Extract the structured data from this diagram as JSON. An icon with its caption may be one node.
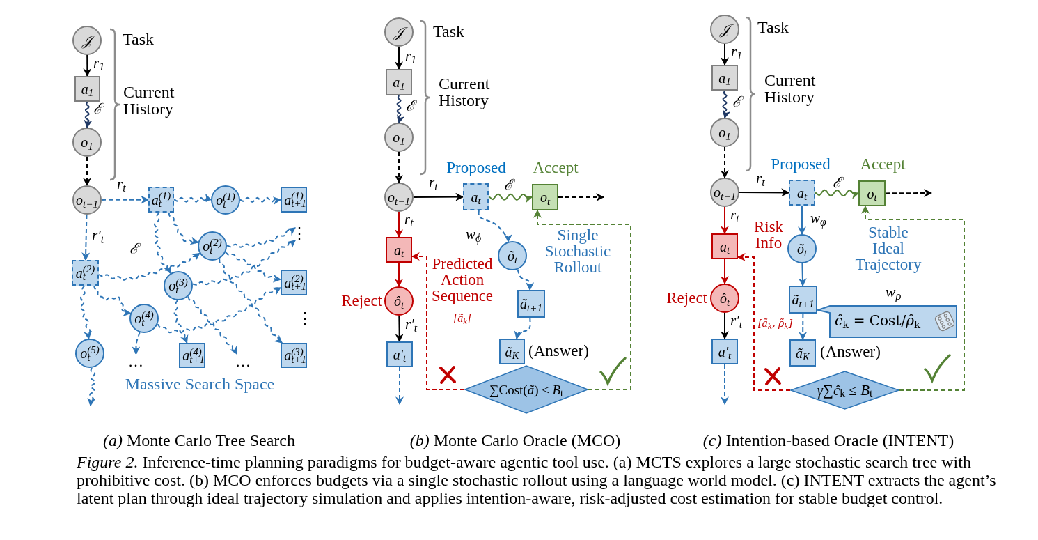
{
  "diagram": {
    "caption": "*Figure 2.* Inference-time planning paradigms for budget-aware agentic tool use. (a) MCTS explores a large stochastic search tree with prohibitive cost. (b) MCO enforces budgets via a single stochastic rollout using a language world model. (c) INTENT extracts the agent’s latent plan through ideal trajectory simulation and applies intention-aware, risk-adjusted cost estimation for stable budget control.",
    "nodes": [
      {
        "text": [
          "𝒥"
        ]
      },
      {
        "text": [
          "a$_{1}$"
        ]
      },
      {
        "text": [
          "o$_{1}$"
        ]
      },
      {
        "text": [
          "o$_{t−1}$"
        ]
      },
      {
        "text": [
          "a$_{t}$$^{(1)}$"
        ]
      },
      {
        "text": [
          "o$_{t}$$^{(1)}$"
        ]
      },
      {
        "text": [
          "a$_{t+1}$$^{(1)}$"
        ]
      },
      {
        "text": [
          "o$_{t}$$^{(2)}$"
        ]
      },
      {
        "text": [
          "a$_{t}$$^{(2)}$"
        ]
      },
      {
        "text": [
          "o$_{t}$$^{(3)}$"
        ]
      },
      {
        "text": [
          "a$_{t+1}$$^{(2)}$"
        ]
      },
      {
        "text": [
          "o$_{t}$$^{(4)}$"
        ]
      },
      {
        "text": [
          "o$_{t}$$^{(5)}$"
        ]
      },
      {
        "text": [
          "a$_{t+1}$$^{(4)}$"
        ]
      },
      {
        "text": [
          "a$_{t+1}$$^{(3)}$"
        ]
      },
      {
        "text": [
          "⋮"
        ]
      },
      {
        "text": [
          "…"
        ]
      },
      {
        "text": [
          "…"
        ]
      },
      {
        "text": [
          "𝒥"
        ]
      },
      {
        "text": [
          "a$_{1}$"
        ]
      },
      {
        "text": [
          "o$_{1}$"
        ]
      },
      {
        "text": [
          "o$_{t−1}$"
        ]
      },
      {
        "text": [
          "a$_{t}$"
        ],
        "beside": [
          "Proposed"
        ]
      },
      {
        "text": [
          "o$_{t}$"
        ],
        "beside": [
          "Accept"
        ]
      },
      {
        "text": [
          "a$_{t}$"
        ]
      },
      {
        "text": [
          "ô$_{t}$"
        ],
        "beside": [
          "Reject"
        ]
      },
      {
        "text": [
          "a′$_{t}$"
        ]
      },
      {
        "text": [
          "õ$_{t}$"
        ]
      },
      {
        "text": [
          "ã$_{t+1}$"
        ]
      },
      {
        "text": [
          "ã$_{K}$"
        ],
        "beside": [
          "(Answer)"
        ]
      },
      {
        "text": [
          "∑Cost(*ã*) ≤ *B*$_{t}$"
        ]
      },
      {
        "text": [
          "𝒥"
        ]
      },
      {
        "text": [
          "a$_{1}$"
        ]
      },
      {
        "text": [
          "o$_{1}$"
        ]
      },
      {
        "text": [
          "o$_{t−1}$"
        ]
      },
      {
        "text": [
          "a$_{t}$"
        ],
        "beside": [
          "Proposed"
        ]
      },
      {
        "text": [
          "o$_{t}$"
        ],
        "beside": [
          "Accept"
        ]
      },
      {
        "text": [
          "a$_{t}$"
        ]
      },
      {
        "text": [
          "ô$_{t}$"
        ],
        "beside": [
          "Reject"
        ]
      },
      {
        "text": [
          "a′$_{t}$"
        ]
      },
      {
        "text": [
          "õ$_{t}$"
        ]
      },
      {
        "text": [
          "ã$_{t+1}$"
        ]
      },
      {
        "text": [
          "*ĉ*$_{k}$ = Cost/*ρ̂*$_{k}$"
        ],
        "beside": [
          "w$_{ρ}$"
        ]
      },
      {
        "text": [
          "ã$_{K}$"
        ],
        "beside": [
          "(Answer)"
        ]
      },
      {
        "text": [
          "*γ*∑*ĉ*$_{k}$ ≤ *B*$_{t}$"
        ]
      }
    ],
    "edges": [
      {
        "from": 0,
        "to": 1,
        "arrow": "to",
        "label": "r$_{1}$",
        "color": "#000000"
      },
      {
        "from": 1,
        "to": 2,
        "arrow": "to",
        "label": "ℰ",
        "color": "#1f3864"
      },
      {
        "from": 2,
        "to": 3,
        "arrow": "to",
        "style": "dashed",
        "color": "#000000"
      },
      {
        "from": 3,
        "to": 4,
        "arrow": "to",
        "label": "r$_{t}$",
        "style": "dashed"
      },
      {
        "from": 3,
        "to": 8,
        "arrow": "to",
        "label": "r′$_{t}$",
        "style": "dashed"
      },
      {
        "from": 4,
        "to": 5,
        "arrow": "to",
        "style": "dashed"
      },
      {
        "from": 5,
        "to": 6,
        "arrow": "to",
        "style": "dashed"
      },
      {
        "from": 4,
        "to": 7,
        "arrow": "to",
        "style": "dashed"
      },
      {
        "from": 4,
        "to": 9,
        "arrow": "to",
        "style": "dashed"
      },
      {
        "from": 8,
        "to": 7,
        "arrow": "to",
        "style": "dashed"
      },
      {
        "from": 8,
        "to": 11,
        "arrow": "to",
        "style": "dashed"
      },
      {
        "from": 8,
        "to": 12,
        "arrow": "to",
        "style": "dashed"
      },
      {
        "from": 7,
        "to": 15,
        "arrow": "to",
        "style": "dashed"
      },
      {
        "from": 7,
        "to": 10,
        "arrow": "to",
        "style": "dashed"
      },
      {
        "from": 7,
        "to": 14,
        "arrow": "to",
        "style": "dashed"
      },
      {
        "from": 9,
        "to": 15,
        "arrow": "to",
        "style": "dashed"
      },
      {
        "from": 9,
        "to": 13,
        "arrow": "to",
        "style": "dashed"
      },
      {
        "from": 9,
        "to": 17,
        "arrow": "to",
        "style": "dashed"
      },
      {
        "from": 11,
        "to": 10,
        "arrow": "to",
        "style": "dashed"
      },
      {
        "from": 11,
        "to": 16,
        "arrow": "to",
        "style": "dashed"
      },
      {
        "from": 12,
        "to": null,
        "arrow": "to",
        "style": "dashed"
      },
      {
        "from": 18,
        "to": 19,
        "arrow": "to",
        "label": "r$_{1}$",
        "color": "#000000"
      },
      {
        "from": 19,
        "to": 20,
        "arrow": "to",
        "label": "ℰ",
        "color": "#1f3864"
      },
      {
        "from": 20,
        "to": 21,
        "arrow": "to",
        "style": "dashed",
        "color": "#000000"
      },
      {
        "from": 21,
        "to": 22,
        "arrow": "to",
        "label": "r$_{t}$",
        "color": "#000000"
      },
      {
        "from": 22,
        "to": 23,
        "arrow": "to",
        "label": "ℰ",
        "color": "#548235"
      },
      {
        "from": 23,
        "to": null,
        "arrow": "to",
        "style": "dashed",
        "color": "#000000"
      },
      {
        "from": 21,
        "to": 24,
        "arrow": "to",
        "label": "r$_{t}$",
        "color": "#c00000"
      },
      {
        "from": 24,
        "to": 25,
        "arrow": "to",
        "color": "#c00000"
      },
      {
        "from": 25,
        "to": 26,
        "arrow": "to",
        "label": "r′$_{t}$",
        "color": "#000000"
      },
      {
        "from": 26,
        "to": null,
        "arrow": "to",
        "style": "dashed"
      },
      {
        "from": 22,
        "to": 27,
        "arrow": "to",
        "label": "w$_{ϕ}$",
        "style": "dashed"
      },
      {
        "from": 27,
        "to": 28,
        "arrow": "to",
        "style": "dashed"
      },
      {
        "from": 28,
        "to": 29,
        "arrow": "to",
        "style": "dashed"
      },
      {
        "from": 30,
        "to": 24,
        "arrow": "to",
        "style": "dashed",
        "color": "#c00000"
      },
      {
        "from": 30,
        "to": 23,
        "arrow": "to",
        "style": "dashed",
        "color": "#548235"
      },
      {
        "from": 31,
        "to": 32,
        "arrow": "to",
        "label": "r$_{1}$",
        "color": "#000000"
      },
      {
        "from": 32,
        "to": 33,
        "arrow": "to",
        "label": "ℰ",
        "color": "#1f3864"
      },
      {
        "from": 33,
        "to": 34,
        "arrow": "to",
        "style": "dashed",
        "color": "#000000"
      },
      {
        "from": 34,
        "to": 35,
        "arrow": "to",
        "label": "r$_{t}$",
        "color": "#000000"
      },
      {
        "from": 35,
        "to": 36,
        "arrow": "to",
        "label": "ℰ",
        "color": "#548235"
      },
      {
        "from": 36,
        "to": null,
        "arrow": "to",
        "style": "dashed",
        "color": "#000000"
      },
      {
        "from": 34,
        "to": 37,
        "arrow": "to",
        "label": "r$_{t}$",
        "color": "#c00000"
      },
      {
        "from": 37,
        "to": 38,
        "arrow": "to",
        "color": "#c00000"
      },
      {
        "from": 38,
        "to": 39,
        "arrow": "to",
        "label": "r′$_{t}$",
        "color": "#000000"
      },
      {
        "from": 39,
        "to": null,
        "arrow": "to",
        "style": "dashed"
      },
      {
        "from": 35,
        "to": 40,
        "arrow": "to",
        "label": "w$_{φ}$"
      },
      {
        "from": 40,
        "to": 41,
        "arrow": "to"
      },
      {
        "from": 41,
        "to": 43,
        "arrow": "to",
        "style": "dashed"
      },
      {
        "from": 44,
        "to": 37,
        "arrow": "to",
        "style": "dashed",
        "color": "#c00000"
      },
      {
        "from": 44,
        "to": 36,
        "arrow": "to",
        "style": "dashed",
        "color": "#548235"
      }
    ],
    "labels": [
      "Task",
      "Current History",
      "ℰ",
      "⋮",
      "Massive Search Space",
      "Task",
      "Current History",
      "Predicted Action Sequence",
      "[ã$_{k}$]",
      "Single Stochastic Rollout",
      "Task",
      "Current History",
      "Risk Info",
      "Stable Ideal Trajectory",
      "[ã$_{k}$, ρ̃$_{k}$]",
      "*(a)* Monte Carlo Tree Search",
      "*(b)* Monte Carlo Oracle (MCO)",
      "*(c)* Intention-based Oracle (INTENT)"
    ]
  }
}
